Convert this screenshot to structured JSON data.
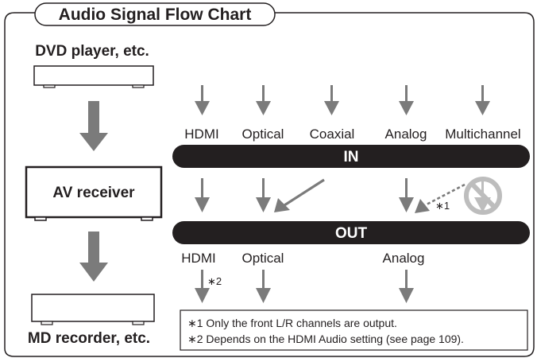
{
  "title": "Audio Signal Flow Chart",
  "devices": {
    "source": "DVD player, etc.",
    "receiver": "AV receiver",
    "recorder": "MD recorder, etc."
  },
  "inputs": {
    "hdmi": "HDMI",
    "optical": "Optical",
    "coaxial": "Coaxial",
    "analog": "Analog",
    "multichannel": "Multichannel"
  },
  "bars": {
    "in": "IN",
    "out": "OUT"
  },
  "outputs": {
    "hdmi": "HDMI",
    "optical": "Optical",
    "analog": "Analog"
  },
  "markers": {
    "note1": "∗1",
    "note2": "∗2"
  },
  "notes": [
    "∗1  Only the front L/R channels are output.",
    "∗2  Depends on the HDMI Audio setting (see page 109)."
  ],
  "colors": {
    "bar": "#231f20",
    "arrow": "#7b7b7b",
    "frame": "#231f20"
  }
}
